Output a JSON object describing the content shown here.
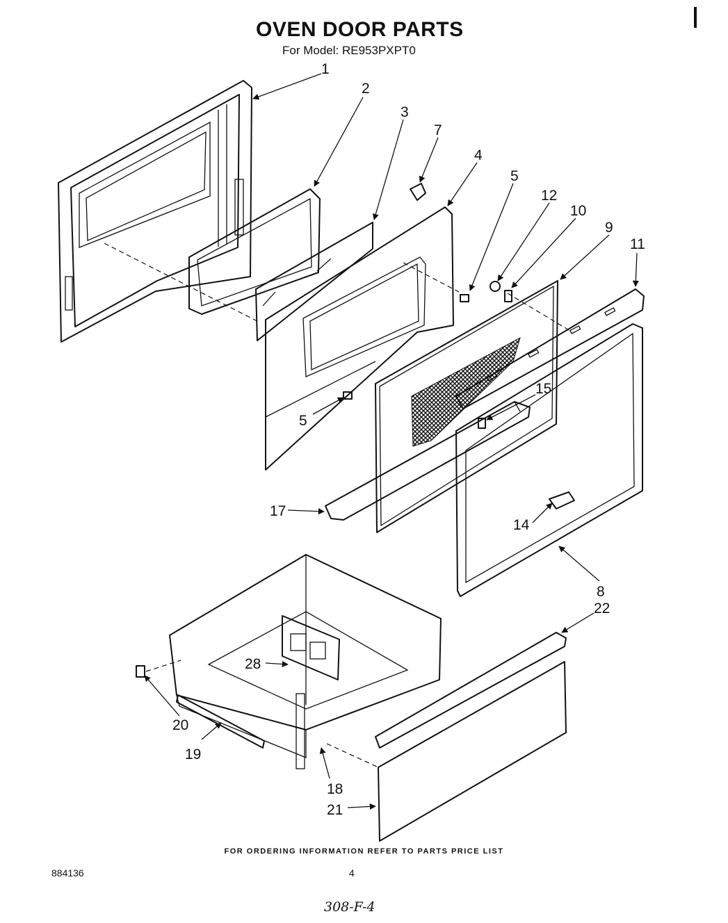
{
  "header": {
    "title": "OVEN DOOR PARTS",
    "model_line": "For Model: RE953PXPT0"
  },
  "callouts": [
    "1",
    "2",
    "3",
    "7",
    "4",
    "5",
    "12",
    "10",
    "9",
    "11",
    "5",
    "15",
    "17",
    "14",
    "8",
    "22",
    "28",
    "20",
    "19",
    "18",
    "21"
  ],
  "footer": {
    "ordering_note": "FOR ORDERING INFORMATION REFER TO PARTS PRICE LIST",
    "document_number": "884136",
    "page_number": "4",
    "handwritten_ref": "308-F-4"
  }
}
